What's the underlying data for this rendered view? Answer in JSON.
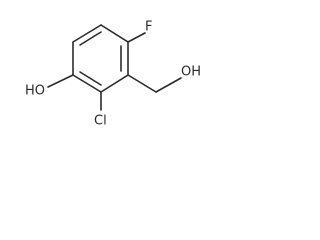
{
  "molecule": {
    "atoms": {
      "fluorine": "F",
      "hydroxyl": "HO",
      "chlorine": "Cl",
      "hydroxymethyl_oh": "OH"
    },
    "colors": {
      "bond": "#2b2b2b",
      "text": "#2b2b2b",
      "background": "#ffffff"
    }
  }
}
